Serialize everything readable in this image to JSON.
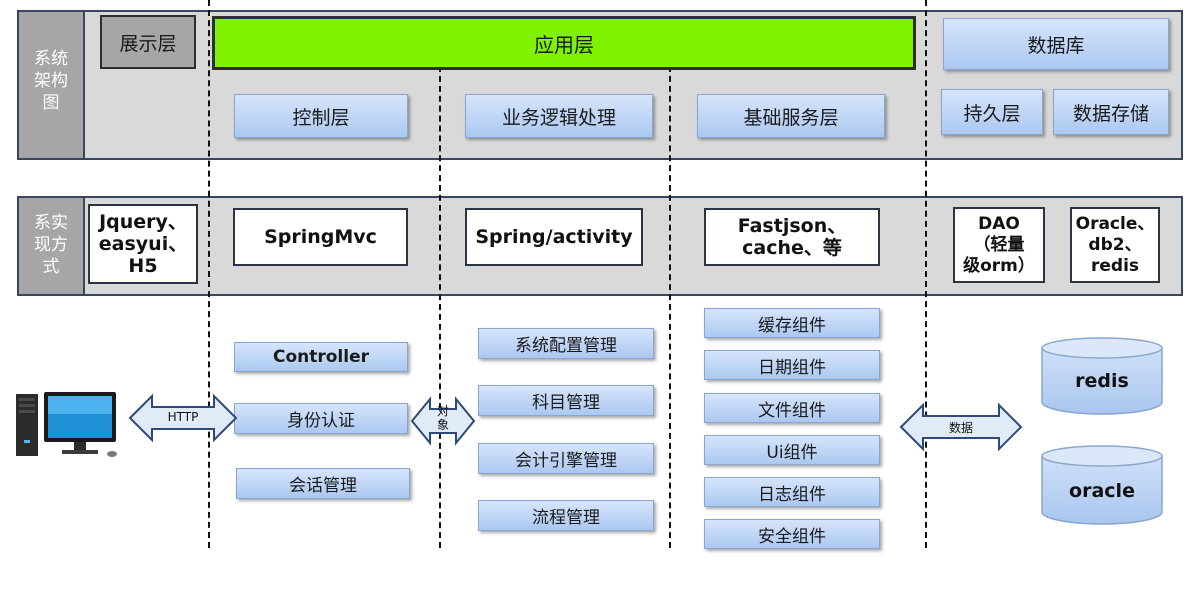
{
  "arch": {
    "side_label": "系统\n架构\n图",
    "presentation": "展示层",
    "application": "应用层",
    "database": "数据库",
    "control": "控制层",
    "business": "业务逻辑处理",
    "basic_service": "基础服务层",
    "persistence": "持久层",
    "data_storage": "数据存储"
  },
  "impl": {
    "side_label": "系实\n现方\n式",
    "frontend": "Jquery、\neasyui、\nH5",
    "springmvc": "SpringMvc",
    "spring": "Spring/activity",
    "fastjson": "Fastjson、\ncache、等",
    "dao": "DAO\n（轻量\n级orm）",
    "dbs": "Oracle、\ndb2、\nredis"
  },
  "control_items": [
    "Controller",
    "身份认证",
    "会话管理"
  ],
  "business_items": [
    "系统配置管理",
    "科目管理",
    "会计引擎管理",
    "流程管理"
  ],
  "component_items": [
    "缓存组件",
    "日期组件",
    "文件组件",
    "Ui组件",
    "日志组件",
    "安全组件"
  ],
  "arrows": {
    "http": "HTTP",
    "object": "对\n象",
    "data": "数据"
  },
  "databases": [
    "redis",
    "oracle"
  ],
  "icons": {
    "computer": "computer-icon"
  },
  "colors": {
    "green": "#80f200",
    "blue_box": "#bcd4f5",
    "band": "#d9d9d9"
  }
}
